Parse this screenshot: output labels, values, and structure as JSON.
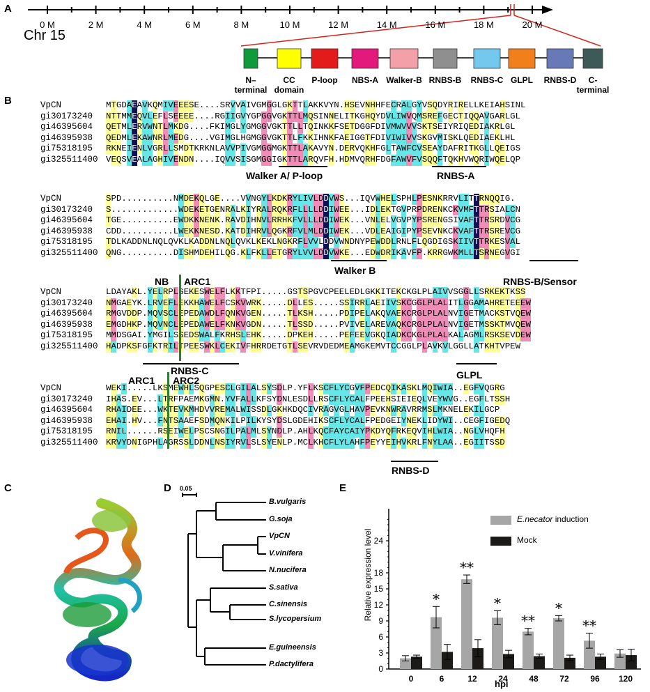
{
  "panel_labels": {
    "a": "A",
    "b": "B",
    "c": "C",
    "d": "D",
    "e": "E"
  },
  "panel_a": {
    "chromosome": "Chr 15",
    "ticks": [
      "0 M",
      "2 M",
      "4 M",
      "6 M",
      "8 M",
      "10 M",
      "12 M",
      "14 M",
      "16 M",
      "18 M",
      "20 M"
    ],
    "domains": [
      {
        "label": "N–\nterminal",
        "color": "#0f9a3c"
      },
      {
        "label": "CC\ndomain",
        "color": "#ffff00"
      },
      {
        "label": "P-loop",
        "color": "#e31b1b"
      },
      {
        "label": "NBS-A",
        "color": "#e31a7c"
      },
      {
        "label": "Walker-B",
        "color": "#f4a0a8"
      },
      {
        "label": "RNBS-B",
        "color": "#8f8f8f"
      },
      {
        "label": "RNBS-C",
        "color": "#74c8ee"
      },
      {
        "label": "GLPL",
        "color": "#f07f1c"
      },
      {
        "label": "RNBS-D",
        "color": "#6779b6"
      },
      {
        "label": "C-\nterminal",
        "color": "#3d5a58"
      }
    ]
  },
  "panel_b": {
    "blocks": [
      {
        "rows": [
          {
            "name": "VpCN",
            "seq": "MTGDAEAVKQMIVEEESE....SRVVAIVGMGGLGKTTLAKKVYN.HSEVNHHFECRALGYVSQDYRIRELLKEIAHSINL"
          },
          {
            "name": "gi30173240",
            "seq": "NTTMMEQVLEFLSEEEE....RGIIGVYGPGGVGKTTLMQSINNELITKGHQYDVLIWVQMSREFGECTIQQAVGARLGL"
          },
          {
            "name": "gi46395604",
            "seq": "QETMLERVWNTLMKDG....FKIMGLYGMGGVGKTTLLTQINKKFSETDGGFDIVMWVVVSKTSEIYRIQEDIAKRLGL"
          },
          {
            "name": "gi46395938",
            "seq": "QEDMLEKAWNRLMEDG....VGIMGLHGMGGVGKTTLFKKIHNKFAEIGGTFDIVIWIVVSKGVMISKLQEDIAEKLHL"
          },
          {
            "name": "gi75318195",
            "seq": "RKNEIENLVGRLLSMDTKRKNLAVVPIVGMGGMGKTTLAKAVYN.DERVQKHFGLTAWFCVSEAYDAFRITKGLLQEIGS"
          },
          {
            "name": "gi325511400",
            "seq": "VEQSVEALAGHIVENDN....IQVVSISGMGGIGKTTLARQVFH.HDMVQRHFDGFAWVFVSQQFTQKHVWQRIWQELQP"
          }
        ],
        "motifs": [
          "Walker A/ P-loop",
          "RNBS-A"
        ]
      },
      {
        "rows": [
          {
            "name": "VpCN",
            "seq": "SPD..........NMDEKQLGE....VVNGYLKDKRYLIVLDDVWS...IQVWHELSPHLPESNKRRVLITTRNQQIG."
          },
          {
            "name": "gi30173240",
            "seq": "S.............WDEKETGENRALKIYRALRQKRFLLLLDDIWEE...IDLEKTGVPRPDRENKCKVMFTTRSIALCN"
          },
          {
            "name": "gi46395604",
            "seq": "TGE..........EWDKKNENK.RAVDIHNVLRRHKFVLLLDDIWEK...VNLELVGVPYPSRENGSIVAFTTRSRDVCG"
          },
          {
            "name": "gi46395938",
            "seq": "CDD..........LWEKKNESD.KATDIHRVLQGKRFVLMLDDIWEK...VDLEAIGIPYPSEVNKCKVAFTTRSREVCG"
          },
          {
            "name": "gi75318195",
            "seq": "TDLKADDNLNQLQVKLKADDNLNQLQVKLKEKLNGKRFLVVLDDVWNDNYPEWDDLRNLFLQGDIGSKIIVTTRKESVAL"
          },
          {
            "name": "gi325511400",
            "seq": "QNG..........DISHMDEHILQG.KLFKLLETGRYLVVLDDVWKE...EDWDRIKAVFP.KRRGWKMLLTSRNEGVGI"
          }
        ],
        "motifs": [
          "Walker B",
          "RNBS-B/Sensor"
        ]
      },
      {
        "rows": [
          {
            "name": "VpCN",
            "seq": "LDAYAKL.YELRPLGEKESWELFLKKTFPI.....GSTSPGVCPEELEDLGKKITEKCKGLPLAIVVSGGLLSRKEKTKSS"
          },
          {
            "name": "gi30173240",
            "seq": "NMGAEYK.LRVEFLEKKHAWELFCSKVWRK.....DLLES.....SSIRRLAEIIVSKCGGLPLALITLGGAMAHRETEEEW"
          },
          {
            "name": "gi46395604",
            "seq": "RMGVDDP.MQVSCLEPEDAWDLFQNKVGEN.....TLKSH.....PDIPELAKQVAEKCRGLPLALNVIGETMACKSTVQEW"
          },
          {
            "name": "gi46395938",
            "seq": "EMGDHKP.MQVNCLEPEDAWELFKNKVGDN.....TLSSD.....PVIVELAREVAQKCRGLPLALNVIGETMSSKTMVQEW"
          },
          {
            "name": "gi75318195",
            "seq": "MMDSGAI.YMGILSSEDSWALFKRHSLEHK.....DPKEH.....PEFEEVGKQIADKCKGLPLALKALAGMLRSKSEVDEW"
          },
          {
            "name": "gi325511400",
            "seq": "HADPKSFGFKTRILTPEESWKLCEKIVFHRRDETGTLSEVRVDEDMEAMGKEMVTCCGGLPLAVKVLGGLLATKHTVPEW"
          }
        ],
        "labels": [
          "NB",
          "ARC1"
        ],
        "motifs": [
          "RNBS-C",
          "GLPL"
        ]
      },
      {
        "rows": [
          {
            "name": "VpCN",
            "seq": "WEKI.....LKSMEWHLSQGPESCLGILALSYSDLP.YFLKSCFLYCGVFPEDCQIKASKLMQIWIA..EGFVQGRG"
          },
          {
            "name": "gi30173240",
            "seq": "IHAS.EV...LTRFPAEMKGMN.YVFALLKFSYDNLESDLLRSCFLYCALFPEEHSIEIEQLVEYWVG..EGFLTSSH"
          },
          {
            "name": "gi46395604",
            "seq": "RHAIDEE...WKTEVKMHDVVREMALWISSDLGKHKDQCIVRAGVGLHAVPEVKNWRAVRRMSLMKNELEKILGCP"
          },
          {
            "name": "gi46395938",
            "seq": "EHAI.HV...FNTSAAEFSDMQNKILPILKYSYDSLGDEHIKSCFLYCALFPEDGEIYNEKLIDYWI..CEGFIGEDQ"
          },
          {
            "name": "gi75318195",
            "seq": "RNIL......RSEIWELPSCSNGILPALMLSYNDLP.AHLKQCFAYCAIYPKDYQFRKEQVIHLWIA..NGLVHQFH"
          },
          {
            "name": "gi325511400",
            "seq": "KRVYDNIGPHLAGRSSLDDNLNSIYRVLSLSYENLP.MCLKHCFLYLAHFPEYYEIHVKRLFNYLAA..EGIITSSD"
          }
        ],
        "labels": [
          "ARC1",
          "ARC2"
        ],
        "motifs": [
          "RNBS-D"
        ]
      }
    ]
  },
  "panel_d": {
    "scale_label": "0.05",
    "leaves": [
      "B.vulgaris",
      "G.soja",
      "VpCN",
      "V.vinifera",
      "N.nucifera",
      "S.sativa",
      "C.sinensis",
      "S.lycopersium",
      "E.guineensis",
      "P.dactylifera"
    ]
  },
  "chart_data": {
    "type": "bar",
    "categories": [
      "0",
      "6",
      "12",
      "24",
      "48",
      "72",
      "96",
      "120"
    ],
    "series": [
      {
        "name": "E.necator induction",
        "color": "#a6a6a6",
        "values": [
          2.0,
          9.7,
          16.8,
          9.6,
          7.0,
          9.5,
          5.3,
          2.9
        ],
        "errors": [
          0.5,
          2.0,
          0.8,
          1.3,
          0.6,
          0.5,
          1.4,
          0.7
        ]
      },
      {
        "name": "Mock",
        "color": "#1c1a17",
        "values": [
          2.3,
          3.2,
          3.9,
          2.8,
          2.4,
          2.1,
          2.3,
          2.6
        ],
        "errors": [
          0.3,
          1.4,
          1.6,
          0.7,
          0.4,
          0.5,
          0.5,
          1.1
        ]
      }
    ],
    "significance": [
      "",
      "*",
      "**",
      "*",
      "**",
      "*",
      "**",
      ""
    ],
    "legend_italic": "E.necator",
    "legend_suffix": " induction",
    "legend_mock": "Mock",
    "xlabel": "hpi",
    "ylabel": "Relative expression level",
    "yticks": [
      "0",
      "3",
      "6",
      "9",
      "12",
      "15",
      "18",
      "24"
    ],
    "yticks_values": [
      0,
      3,
      6,
      9,
      12,
      15,
      18,
      24
    ],
    "ylim": [
      0,
      30
    ]
  }
}
